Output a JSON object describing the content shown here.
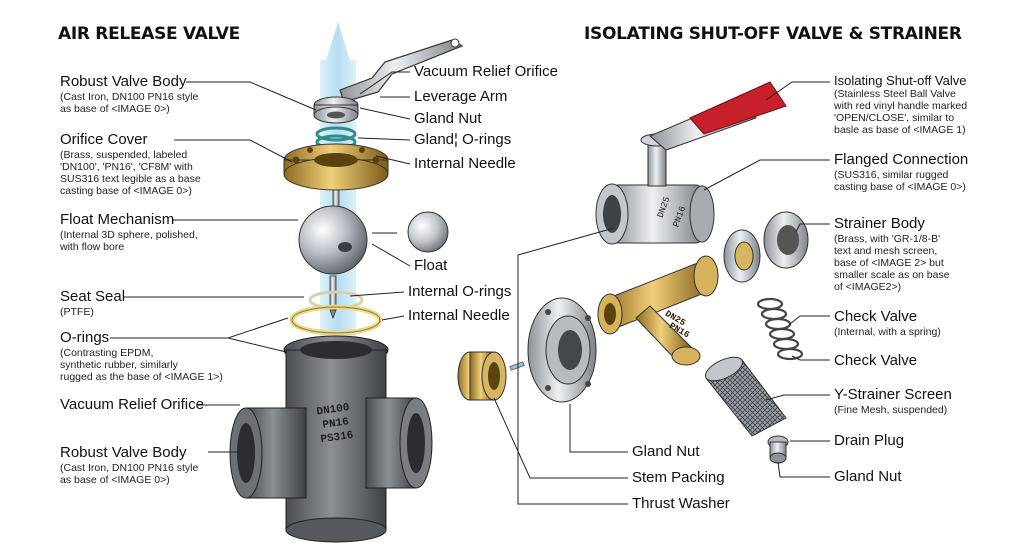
{
  "titles": {
    "left": "AIR RELEASE VALVE",
    "right": "ISOLATING SHUT-OFF VALVE & STRAINER"
  },
  "left_labels": {
    "body_top": {
      "title": "Robust Valve Body",
      "lines": [
        "(Cast Iron, DN100 PN16 style",
        "as base of <IMAGE 0>)"
      ]
    },
    "orifice_cover": {
      "title": "Orifice Cover",
      "lines": [
        "(Brass, suspended, labeled",
        "'DN100', 'PN16', 'CF8M' with",
        "SUS316 text legible as a base",
        "casting base of <IMAGE 0>)"
      ]
    },
    "float_mechanism": {
      "title": "Float Mechanism",
      "lines": [
        "(Internal 3D sphere, polished,",
        "with flow bore"
      ]
    },
    "seat_seal": {
      "title": "Seat Seal",
      "lines": [
        "(PTFE)"
      ]
    },
    "o_rings": {
      "title": "O-rings",
      "lines": [
        "(Contrasting EPDM,",
        "synthetic rubber, similarly",
        "rugged as the base of <IMAGE 1>)"
      ]
    },
    "vacuum_relief_left": {
      "title": "Vacuum Relief Orifice"
    },
    "body_bottom": {
      "title": "Robust Valve Body",
      "lines": [
        "(Cast Iron, DN100 PN16 style",
        "as base of <IMAGE 0>)"
      ]
    }
  },
  "center_labels": {
    "vacuum_relief_orifice": "Vacuum Relief Orifice",
    "leverage_arm": "Leverage Arm",
    "gland_nut": "Gland Nut",
    "gland_o_rings": "Gland¦ O-rings",
    "internal_needle_top": "Internal Needle",
    "float": "Float",
    "internal_o_rings": "Internal O-rings",
    "internal_needle_bottom": "Internal Needle",
    "gland_nut_bottom": "Gland Nut",
    "stem_packing": "Stem Packing",
    "thrust_washer": "Thrust Washer"
  },
  "right_labels": {
    "isolating_valve": {
      "title": "Isolating Shut-off Valve",
      "lines": [
        "(Stainless Steel Ball Valve",
        "with red vinyl handle marked",
        "'OPEN/CLOSE', similar to",
        "basle as base of <IMAGE 1)"
      ]
    },
    "flanged_connection": {
      "title": "Flanged Connection",
      "lines": [
        "(SUS316, similar rugged",
        "casting base of <IMAGE 0>)"
      ]
    },
    "strainer_body": {
      "title": "Strainer Body",
      "lines": [
        "(Brass, with 'GR-1/8-B'",
        "text and mesh screen,",
        "base of <IMAGE 2> but",
        "smaller scale as on base",
        "of <IMAGE2>)"
      ]
    },
    "check_valve_1": {
      "title": "Check Valve",
      "lines": [
        "(Internal, with a spring)"
      ]
    },
    "check_valve_2": {
      "title": "Check Valve"
    },
    "y_strainer_screen": {
      "title": "Y-Strainer Screen",
      "lines": [
        "(Fine Mesh, suspended)"
      ]
    },
    "drain_plug": {
      "title": "Drain Plug"
    },
    "gland_nut_right": {
      "title": "Gland Nut"
    }
  },
  "part_markings": {
    "air_valve_body": [
      "DN100",
      "PN16",
      "PS316"
    ],
    "ball_valve_body": [
      "DN25",
      "PN16"
    ],
    "strainer_body": [
      "DN25",
      "PN16"
    ]
  },
  "colors": {
    "flow_column": "#bfe3f4",
    "brass": "#c9a24a",
    "iron": "#6d7074",
    "steel": "#c8ccd1",
    "handle_red": "#c8202a",
    "leader": "#222222"
  }
}
